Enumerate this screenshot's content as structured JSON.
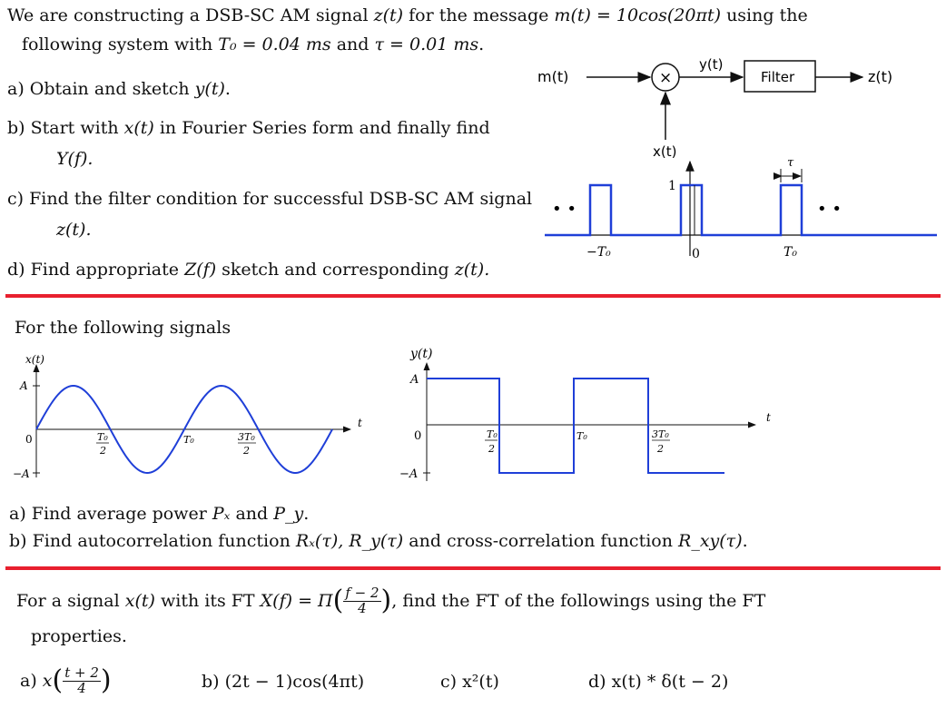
{
  "section1": {
    "intro_line1_a": "We are constructing a DSB-SC AM signal ",
    "intro_z": "z(t)",
    "intro_line1_b": " for the message ",
    "intro_msg": "m(t) = 10cos(20πt)",
    "intro_line1_c": " using the",
    "intro_line2_a": "following system with ",
    "intro_T0": "T₀ = 0.04 ms",
    "intro_and": " and ",
    "intro_tau": "τ = 0.01 ms",
    "intro_line2_end": ".",
    "qa": "a) Obtain and sketch ",
    "qa_math": "y(t)",
    "qa_end": ".",
    "qb_line1_a": "b) Start with ",
    "qb_math": "x(t)",
    "qb_line1_b": " in Fourier Series form and finally find",
    "qb_line2": "Y(f).",
    "qc_line1": "c) Find the filter condition for successful DSB-SC AM signal",
    "qc_line2": "z(t).",
    "qd_a": "d) Find appropriate ",
    "qd_Z": "Z(f)",
    "qd_b": " sketch and corresponding ",
    "qd_z": "z(t).",
    "diagram": {
      "m_label": "m(t)",
      "mult_symbol": "×",
      "y_label": "y(t)",
      "filter_label": "Filter",
      "z_label": "z(t)",
      "x_label": "x(t)",
      "one_label": "1",
      "tau_label": "τ",
      "neg_T0": "−T₀",
      "zero": "0",
      "T0": "T₀",
      "dots_left": "• •",
      "dots_right": "• •",
      "color": "#1f3fd8"
    }
  },
  "section2": {
    "intro": "For the following signals",
    "x_plot": {
      "ylabel": "x(t)",
      "A": "A",
      "negA": "−A",
      "zero": "0",
      "t": "t",
      "tick1": "T₀/2",
      "tick2": "T₀",
      "tick3": "3T₀/2"
    },
    "y_plot": {
      "ylabel": "y(t)",
      "A": "A",
      "negA": "−A",
      "zero": "0",
      "t": "t",
      "tick1": "T₀/2",
      "tick2": "T₀",
      "tick3": "3T₀/2"
    },
    "qa_a": "a) Find average power ",
    "qa_Px": "Pₓ",
    "qa_and": " and ",
    "qa_Py": "P_y",
    "qa_end": ".",
    "qb_a": "b) Find autocorrelation function ",
    "qb_Rx": "Rₓ(τ), ",
    "qb_Ry": "R_y(τ)",
    "qb_b": " and cross-correlation function ",
    "qb_Rxy": "R_xy(τ)",
    "qb_end": "."
  },
  "section3": {
    "intro_a": "For a signal ",
    "intro_x": "x(t)",
    "intro_b": " with its FT ",
    "intro_X": "X(f) = Π",
    "frac_num": "f − 2",
    "frac_den": "4",
    "intro_c": ", find the FT of the followings using the FT",
    "intro_line2": "properties.",
    "qa_label": "a) ",
    "qa_x": "x",
    "qa_num": "t + 2",
    "qa_den": "4",
    "qb": "b) (2t − 1)cos(4πt)",
    "qc": "c) x²(t)",
    "qd": "d) x(t) * δ(t − 2)"
  }
}
